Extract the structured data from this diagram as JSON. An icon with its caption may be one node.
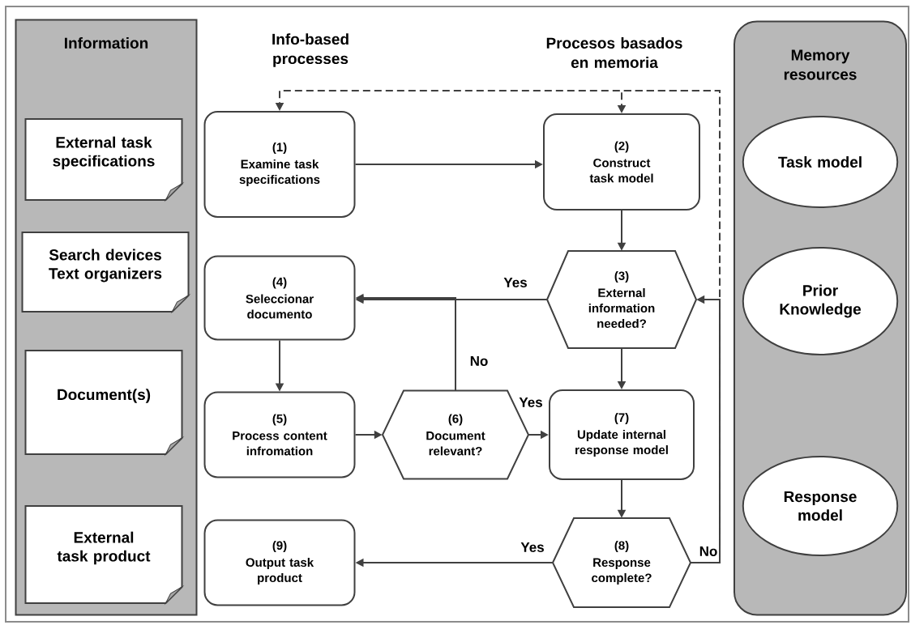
{
  "diagram": {
    "nodes": [
      {
        "text": [
          "Information"
        ]
      },
      {
        "text": [
          "External task specifications"
        ],
        "in": 0
      },
      {
        "text": [
          "Search devices",
          "Text organizers"
        ],
        "in": 0
      },
      {
        "text": [
          "Document(s)"
        ],
        "in": 0
      },
      {
        "text": [
          "External task product"
        ],
        "in": 0
      },
      {
        "text": [
          "Memory resources"
        ]
      },
      {
        "text": [
          "Task model"
        ],
        "in": 5
      },
      {
        "text": [
          "Prior Knowledge"
        ],
        "in": 5
      },
      {
        "text": [
          "Response model"
        ],
        "in": 5
      },
      {
        "text": [
          "(1)",
          "Examine task specifications"
        ]
      },
      {
        "text": [
          "(2)",
          "Construct task model"
        ]
      },
      {
        "text": [
          "(3)",
          "External information needed?"
        ]
      },
      {
        "text": [
          "(4)",
          "Seleccionar documento"
        ]
      },
      {
        "text": [
          "(5)",
          "Process content infromation"
        ]
      },
      {
        "text": [
          "(6)",
          "Document relevant?"
        ]
      },
      {
        "text": [
          "(7)",
          "Update internal response model"
        ]
      },
      {
        "text": [
          "(8)",
          "Response complete?"
        ]
      },
      {
        "text": [
          "(9)",
          "Output task product"
        ]
      }
    ],
    "edges": [
      {
        "from": 9,
        "to": 10,
        "arrow": "to"
      },
      {
        "from": 10,
        "to": 11,
        "arrow": "to"
      },
      {
        "from": 11,
        "to": 12,
        "arrow": "to",
        "label": "Yes"
      },
      {
        "from": 12,
        "to": 13,
        "arrow": "to"
      },
      {
        "from": 13,
        "to": 14,
        "arrow": "to"
      },
      {
        "from": 14,
        "to": 15,
        "arrow": "to",
        "label": "Yes"
      },
      {
        "from": 14,
        "to": 12,
        "arrow": "to",
        "label": "No"
      },
      {
        "from": 11,
        "to": 15,
        "arrow": "to"
      },
      {
        "from": 15,
        "to": 16,
        "arrow": "to"
      },
      {
        "from": 16,
        "to": 17,
        "arrow": "to",
        "label": "Yes"
      },
      {
        "from": 16,
        "to": 11,
        "arrow": "to",
        "label": "No"
      },
      {
        "from": 16,
        "to": 9,
        "arrow": "to",
        "style": "dashed"
      },
      {
        "from": 16,
        "to": 10,
        "arrow": "to",
        "style": "dashed"
      }
    ],
    "labels": [
      "Info-based processes",
      "Procesos basados en memoria"
    ]
  }
}
